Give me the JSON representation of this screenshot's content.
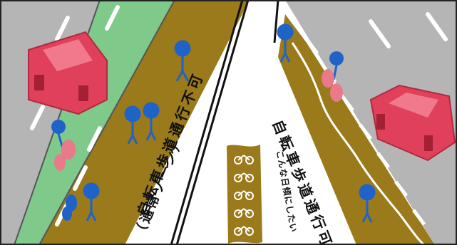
{
  "labels": {
    "left_main": "自転車歩道通行不可",
    "left_paren": "（通常ゾーン）",
    "right_main": "自転車歩道通行可",
    "right_paren": "こんな日傾にしたい"
  },
  "colors": {
    "road": "#b5b5b5",
    "sidewalk_brown": "#9a7a1a",
    "greenway": "#7fc98a",
    "car": "#e0405a",
    "person": "#1f63c9",
    "bike_marking": "#ffffff",
    "curb": "#ffffff"
  },
  "icons": [
    "car-icon",
    "pedestrian-icon",
    "cyclist-icon",
    "bicycle-marking-icon"
  ]
}
